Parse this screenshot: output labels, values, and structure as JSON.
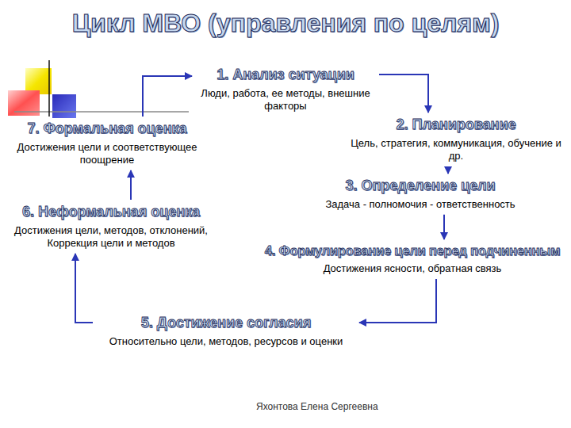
{
  "diagram": {
    "title": "Цикл МВО (управления по целям)",
    "nodes": [
      {
        "text": [
          "1. Анализ ситуации",
          "Люди, работа, ее методы, внешние факторы"
        ]
      },
      {
        "text": [
          "2. Планирование",
          "Цель, стратегия, коммуникация, обучение и др."
        ]
      },
      {
        "text": [
          "3. Определение цели",
          "Задача - полномочия - ответственность"
        ]
      },
      {
        "text": [
          "4. Формулирование цели перед подчиненным",
          "Достижения ясности, обратная связь"
        ]
      },
      {
        "text": [
          "5. Достижение согласия",
          "Относительно цели, методов, ресурсов и оценки"
        ]
      },
      {
        "text": [
          "6. Неформальная оценка",
          "Достижения цели, методов, отклонений, Коррекция цели и методов"
        ]
      },
      {
        "text": [
          "7. Формальная оценка",
          "Достижения цели и соответствующее поощрение"
        ]
      }
    ],
    "edges": [
      {
        "from": 0,
        "to": 1,
        "arrow": "to"
      },
      {
        "from": 1,
        "to": 2,
        "arrow": "to"
      },
      {
        "from": 2,
        "to": 3,
        "arrow": "to"
      },
      {
        "from": 3,
        "to": 4,
        "arrow": "to"
      },
      {
        "from": 4,
        "to": 5,
        "arrow": "to"
      },
      {
        "from": 5,
        "to": 6,
        "arrow": "to"
      },
      {
        "from": 6,
        "to": 0,
        "arrow": "to"
      }
    ],
    "labels": [
      "Яхонтова Елена Сергеевна"
    ]
  }
}
